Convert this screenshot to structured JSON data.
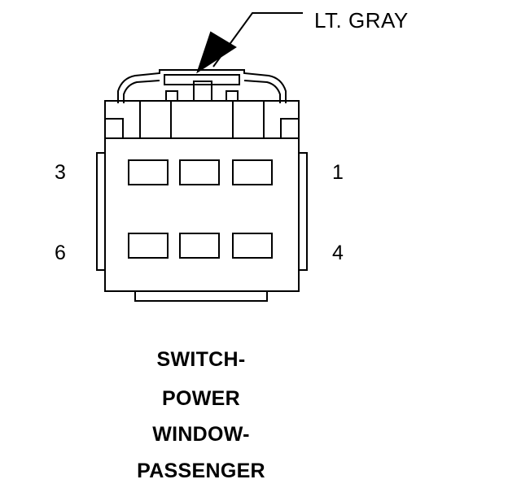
{
  "connector": {
    "color_label": "LT. GRAY",
    "pins": {
      "top_left": "3",
      "top_right": "1",
      "bottom_left": "6",
      "bottom_right": "4"
    }
  },
  "title": {
    "line1": "SWITCH-",
    "line2": "POWER",
    "line3": "WINDOW-",
    "line4": "PASSENGER"
  },
  "colors": {
    "ink": "#000000",
    "background": "#ffffff"
  }
}
